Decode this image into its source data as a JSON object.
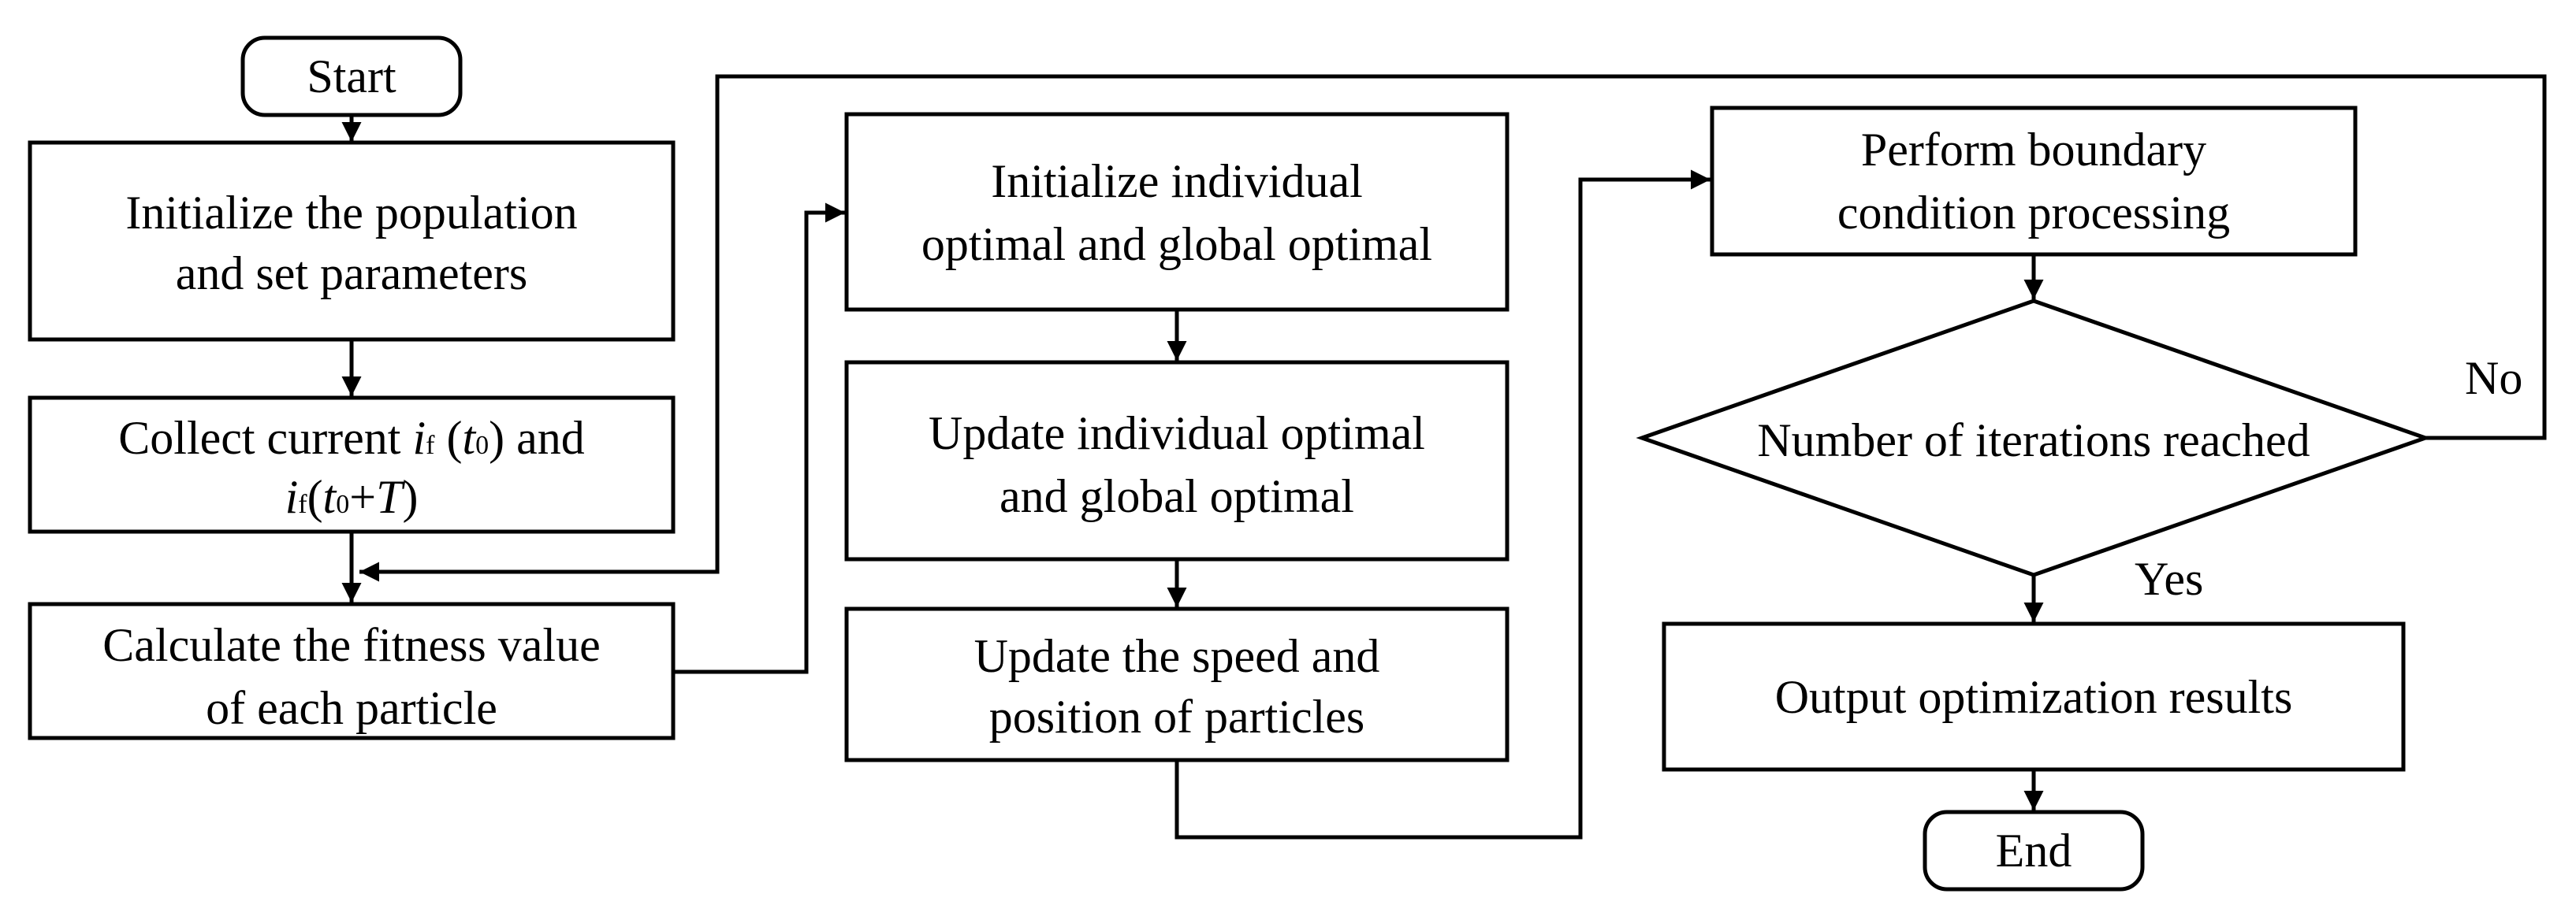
{
  "diagram": {
    "start": "Start",
    "end": "End",
    "init_population": [
      "Initialize the population",
      "and set parameters"
    ],
    "collect_current": {
      "line1_prefix": "Collect current ",
      "i": "i",
      "f": "f",
      "open": " (",
      "t": "t",
      "zero": "0",
      "line1_suffix": ") and",
      "line2_open": "(",
      "line2_plus": "+",
      "T": "T",
      "line2_close": ")"
    },
    "calc_fitness": [
      "Calculate the fitness value",
      "of each particle"
    ],
    "init_optimal": [
      "Initialize individual",
      "optimal and global optimal"
    ],
    "update_optimal": [
      "Update individual optimal",
      "and global optimal"
    ],
    "update_speed": [
      "Update the speed and",
      "position of particles"
    ],
    "boundary": [
      "Perform boundary",
      "condition processing"
    ],
    "decision": "Number of iterations reached",
    "no_label": "No",
    "yes_label": "Yes",
    "output": "Output optimization results"
  }
}
